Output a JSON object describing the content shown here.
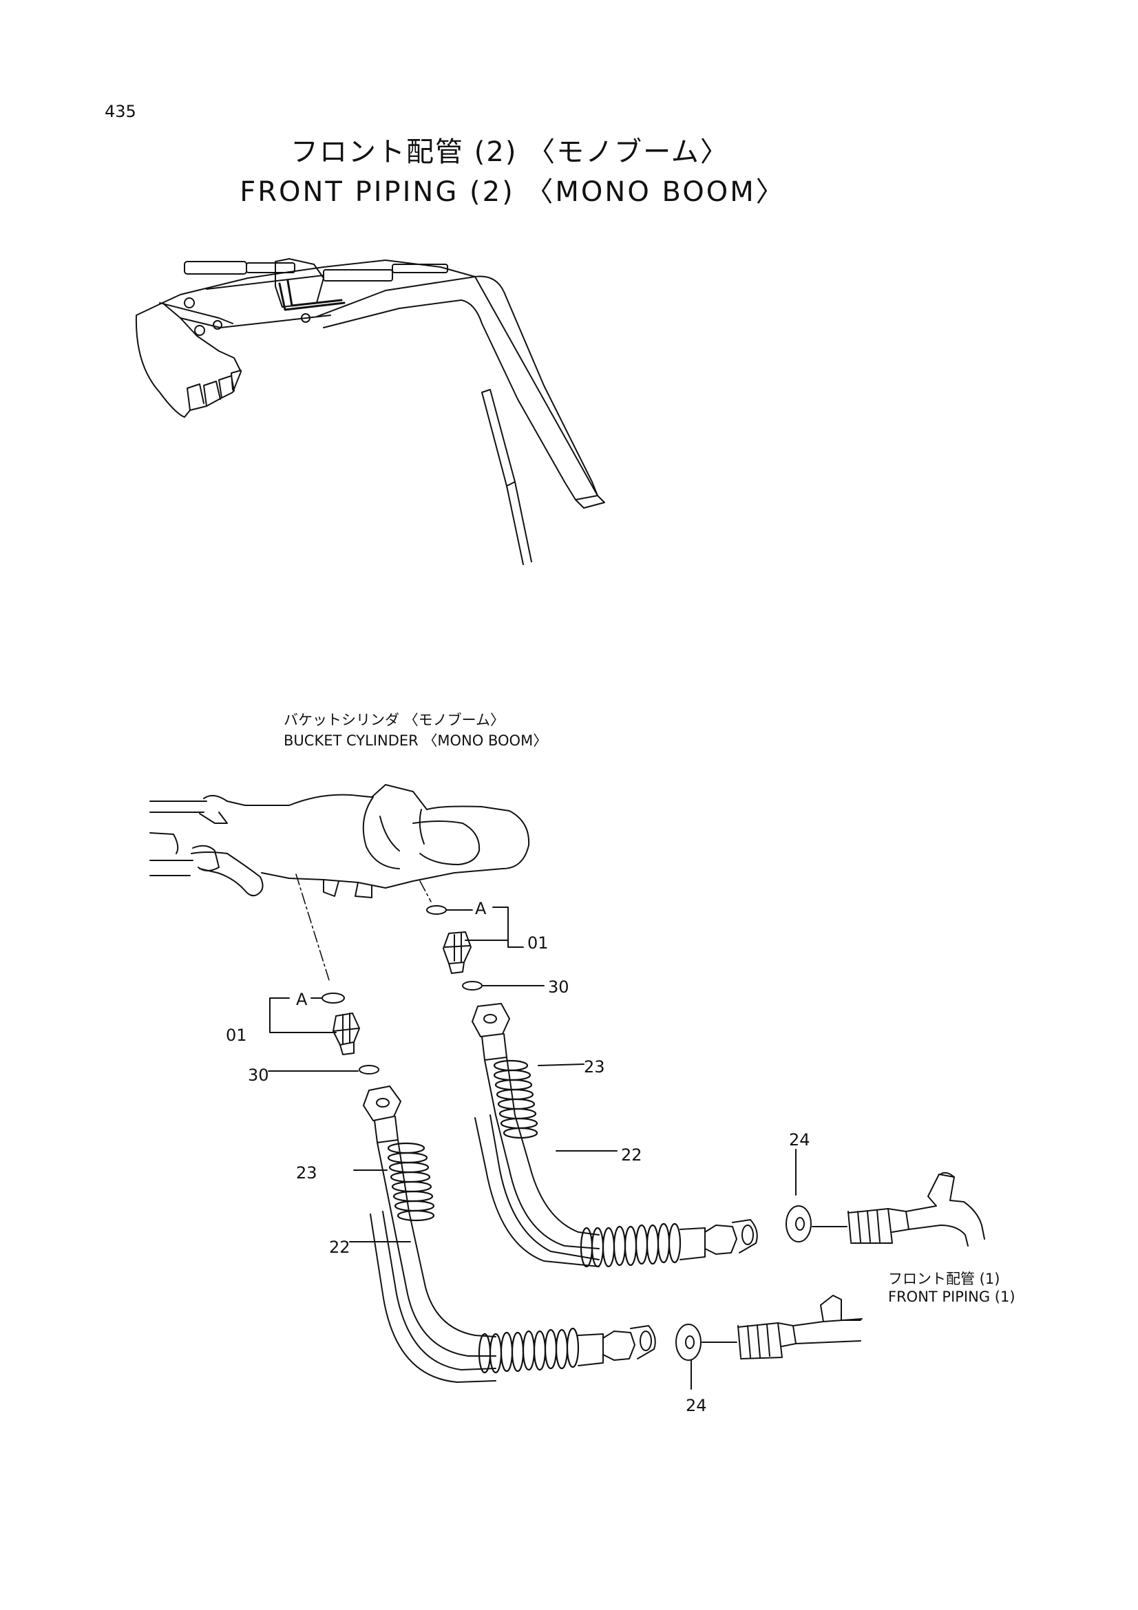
{
  "page_number": "435",
  "title": {
    "jp": "フロント配管 (2) 〈モノブーム〉",
    "en": "FRONT PIPING (2) 〈MONO BOOM〉"
  },
  "labels": {
    "bucket_cylinder_jp": "バケットシリンダ 〈モノブーム〉",
    "bucket_cylinder_en": "BUCKET CYLINDER 〈MONO BOOM〉",
    "front_piping1_jp": "フロント配管 (1)",
    "front_piping1_en": "FRONT PIPING (1)"
  },
  "callouts": {
    "a_upper": "A",
    "a_lower": "A",
    "p01_upper": "01",
    "p01_lower": "01",
    "p30_upper": "30",
    "p30_lower": "30",
    "p23_upper": "23",
    "p23_lower": "23",
    "p22_upper": "22",
    "p22_lower": "22",
    "p24_upper": "24",
    "p24_lower": "24"
  }
}
